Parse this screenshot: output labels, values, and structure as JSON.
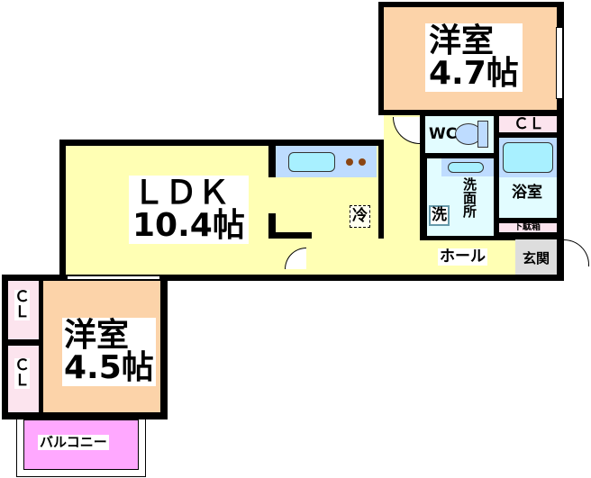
{
  "rooms": {
    "western_room_1": {
      "name": "洋室",
      "size": "4.7帖"
    },
    "ldk": {
      "name": "ＬＤＫ",
      "size": "10.4帖"
    },
    "western_room_2": {
      "name": "洋室",
      "size": "4.5帖"
    },
    "closet_top": "ＣＬ",
    "closet_left_1": "Ｃ\nＬ",
    "closet_left_2": "Ｃ\nＬ",
    "wc": "WC",
    "bathroom": "浴室",
    "washroom": "洗\n面\n所",
    "washer": "洗",
    "fridge": "冷",
    "shoe_box": "下駄箱",
    "hall": "ホール",
    "entrance": "玄関",
    "balcony": "バルコニー"
  },
  "colors": {
    "wall": "#000000",
    "ldk_floor": "#FFFFB4",
    "western_floor": "#FCD3A9",
    "closet": "#FCE4EE",
    "wet_area": "#E2FCFF",
    "fixture": "#BEDCFF",
    "balcony": "#FFA8FF",
    "entrance": "#DDDDDD"
  }
}
